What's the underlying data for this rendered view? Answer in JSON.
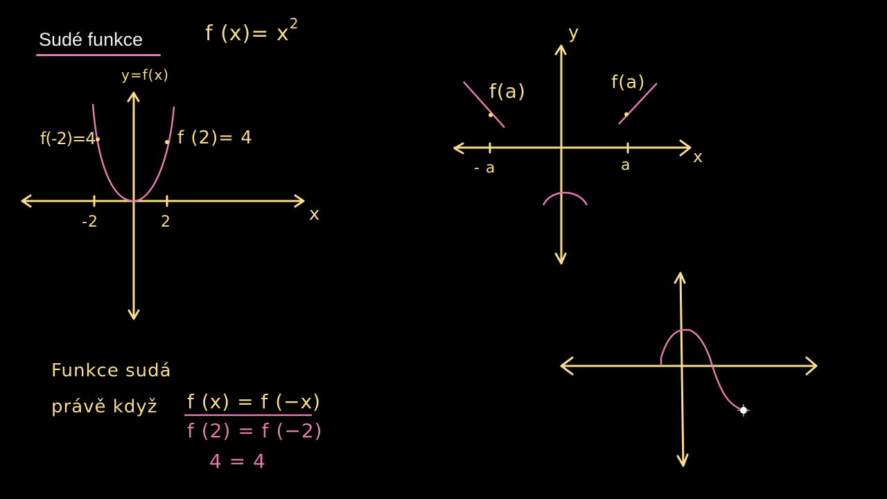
{
  "title": "Sudé funkce",
  "formula": {
    "lhs": "f (x)=",
    "base": "x",
    "exp": "2"
  },
  "graph1": {
    "y_label": "y=f(x)",
    "x_label": "x",
    "ticks": [
      "-2",
      "2"
    ],
    "left_point_label": "f(-2)=4",
    "right_point_label": "f (2)= 4"
  },
  "definition": {
    "line1": "Funkce sudá",
    "line2": "právě když",
    "equation": "f (x) = f (−x)",
    "example": "f (2) = f (−2)",
    "result": "4 = 4"
  },
  "graph2": {
    "y_label": "y",
    "x_label": "x",
    "ticks": [
      "- a",
      "a"
    ],
    "left_label": "f(a)",
    "right_label": "f(a)"
  },
  "graph3": {},
  "colors": {
    "axis": "#f6dc8c",
    "curve": "#e37ab0",
    "title": "#f2f2f2",
    "background": "#000000"
  },
  "chart_data": [
    {
      "type": "line",
      "title": "f(x) = x^2",
      "xlabel": "x",
      "ylabel": "y=f(x)",
      "x": [
        -2,
        -1,
        0,
        1,
        2
      ],
      "values": [
        4,
        1,
        0,
        1,
        4
      ],
      "annotations": [
        "f(-2)=4",
        "f(2)=4"
      ],
      "xticks": [
        "-2",
        "2"
      ]
    },
    {
      "type": "line",
      "title": "symmetric sketch",
      "xlabel": "x",
      "ylabel": "y",
      "xticks": [
        "-a",
        "a"
      ],
      "annotations": [
        "f(a)",
        "f(a)"
      ]
    },
    {
      "type": "line",
      "title": "non-symmetric sketch"
    }
  ]
}
